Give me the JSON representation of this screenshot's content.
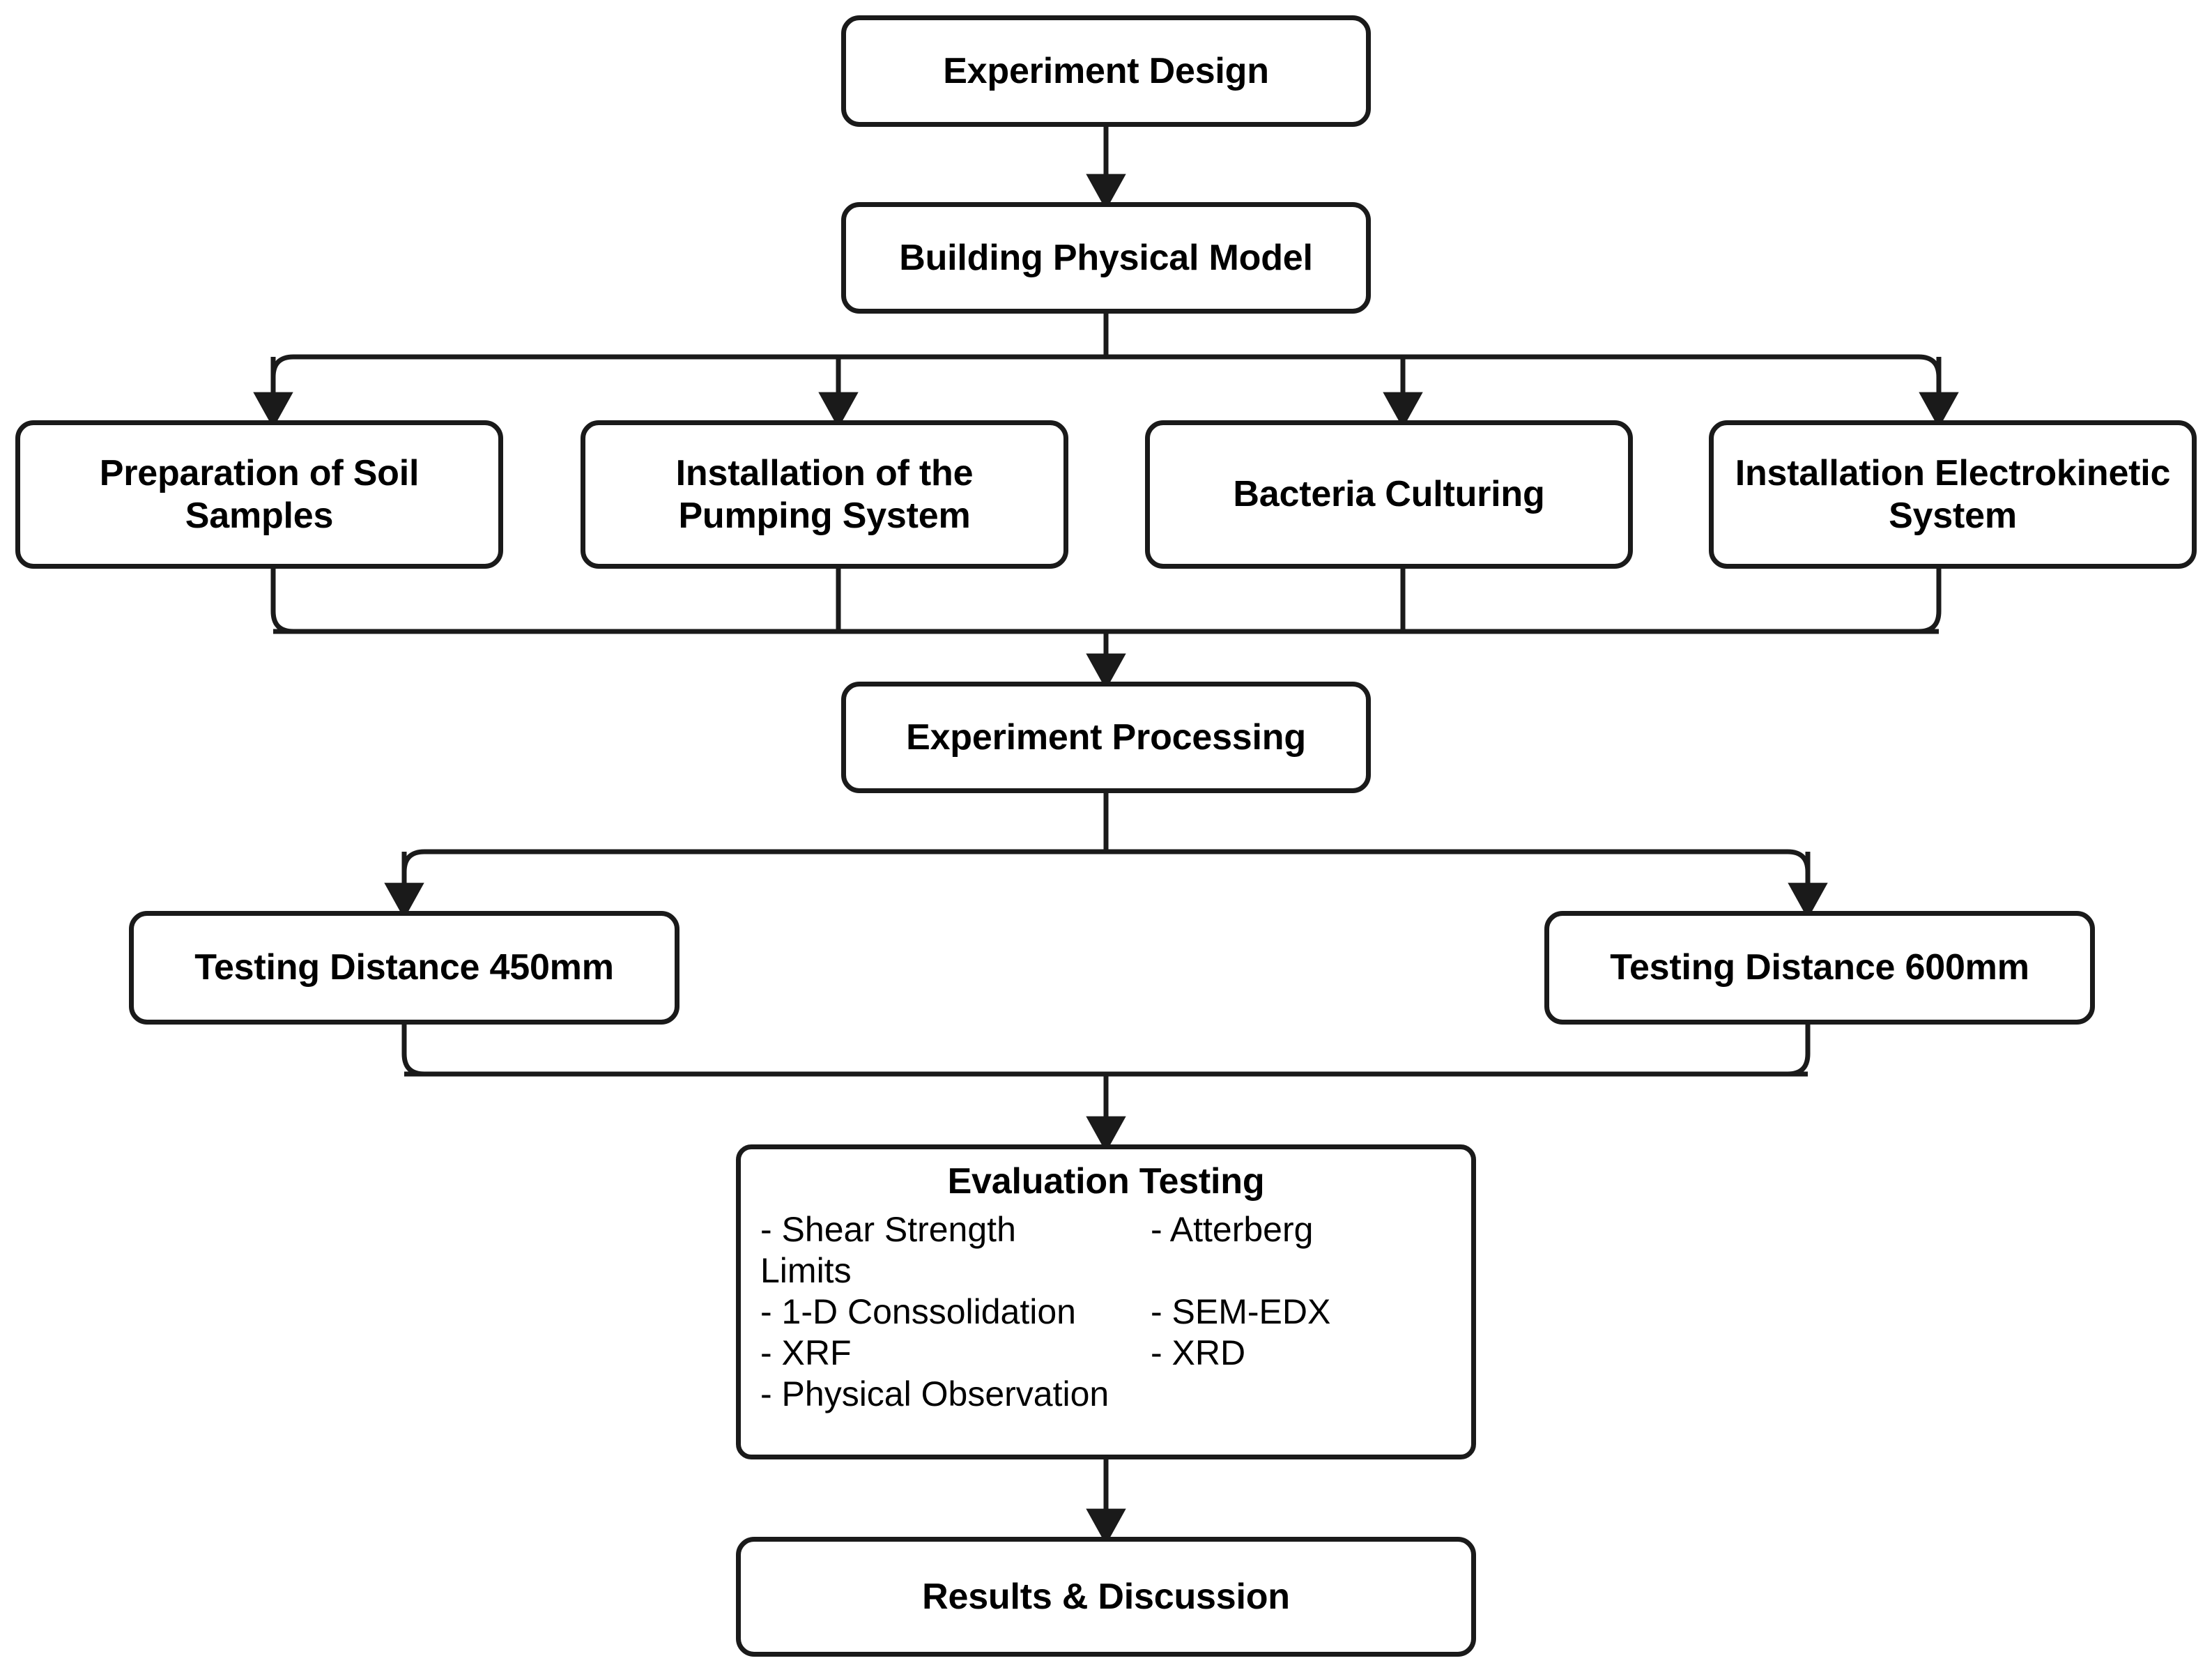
{
  "diagram": {
    "title": "Experimental research methodology flowchart",
    "type": "flowchart",
    "orientation": "top-to-bottom",
    "style": {
      "node_fill": "#ffffff",
      "node_border": "#1a1a1a",
      "connector_color": "#1a1a1a",
      "text_color": "#000000"
    },
    "nodes": {
      "experiment_design": "Experiment Design",
      "building_physical_model": "Building Physical Model",
      "preparation_of_soil_samples": "Preparation of Soil Samples",
      "installation_of_the_pumping_system": "Installation of the Pumping System",
      "bacteria_culturing": "Bacteria Culturing",
      "installation_electrokinetic_system": "Installation Electrokinetic System",
      "experiment_processing": "Experiment Processing",
      "testing_distance_450": "Testing Distance 450mm",
      "testing_distance_600": "Testing Distance 600mm",
      "results_discussion": "Results & Discussion"
    },
    "evaluation_testing": {
      "heading": "Evaluation Testing",
      "rows": [
        {
          "left": "- Shear Strength",
          "right": "- Atterberg"
        },
        {
          "left": "Limits",
          "right": ""
        },
        {
          "left": "- 1-D Conssolidation",
          "right": "- SEM-EDX"
        },
        {
          "left": "- XRF",
          "right": "- XRD"
        },
        {
          "left": "- Physical Observation",
          "right": ""
        }
      ],
      "items_flat": [
        "- Shear Strength",
        "- Atterberg Limits",
        "- 1-D Conssolidation",
        "- SEM-EDX",
        "- XRF",
        "- XRD",
        "- Physical Observation"
      ]
    },
    "edges": [
      {
        "from": "experiment_design",
        "to": "building_physical_model",
        "kind": "straight-arrow"
      },
      {
        "from": "building_physical_model",
        "to": "preparation_of_soil_samples",
        "kind": "bus-split"
      },
      {
        "from": "building_physical_model",
        "to": "installation_of_the_pumping_system",
        "kind": "bus-split"
      },
      {
        "from": "building_physical_model",
        "to": "bacteria_culturing",
        "kind": "bus-split"
      },
      {
        "from": "building_physical_model",
        "to": "installation_electrokinetic_system",
        "kind": "bus-split"
      },
      {
        "from": "preparation_of_soil_samples",
        "to": "experiment_processing",
        "kind": "bus-merge"
      },
      {
        "from": "installation_of_the_pumping_system",
        "to": "experiment_processing",
        "kind": "bus-merge"
      },
      {
        "from": "bacteria_culturing",
        "to": "experiment_processing",
        "kind": "bus-merge"
      },
      {
        "from": "installation_electrokinetic_system",
        "to": "experiment_processing",
        "kind": "bus-merge"
      },
      {
        "from": "experiment_processing",
        "to": "testing_distance_450",
        "kind": "bus-split"
      },
      {
        "from": "experiment_processing",
        "to": "testing_distance_600",
        "kind": "bus-split"
      },
      {
        "from": "testing_distance_450",
        "to": "evaluation_testing",
        "kind": "bus-merge"
      },
      {
        "from": "testing_distance_600",
        "to": "evaluation_testing",
        "kind": "bus-merge"
      },
      {
        "from": "evaluation_testing",
        "to": "results_discussion",
        "kind": "straight-arrow"
      }
    ]
  }
}
